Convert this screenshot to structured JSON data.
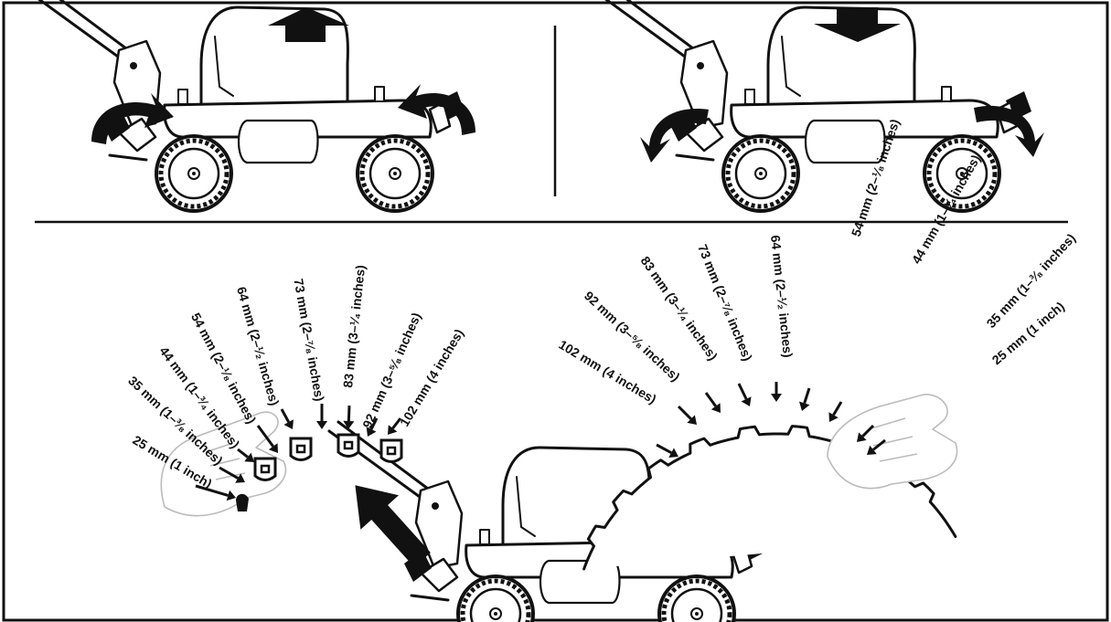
{
  "left_labels": [
    "25 mm (1 inch)",
    "35 mm (1–³⁄₈ inches)",
    "44 mm (1–³⁄₄ inches)",
    "54 mm (2–¹⁄₈ inches)",
    "64 mm (2–¹⁄₂ inches)",
    "73 mm (2–⁷⁄₈ inches)",
    "83 mm (3–¹⁄₄ inches)",
    "92 mm (3–⁵⁄₈ inches)",
    "102 mm (4 inches)"
  ],
  "right_labels": [
    "102 mm (4 inches)",
    "92 mm (3–⁵⁄₈ inches)",
    "83 mm (3–¹⁄₄ inches)",
    "73 mm (2–⁷⁄₈ inches)",
    "64 mm (2–¹⁄₂ inches)",
    "54 mm (2–¹⁄₈ inches)",
    "44 mm (1–³⁄₄ inches)",
    "35 mm (1–³⁄₈ inches)",
    "25 mm (1 inch)"
  ]
}
